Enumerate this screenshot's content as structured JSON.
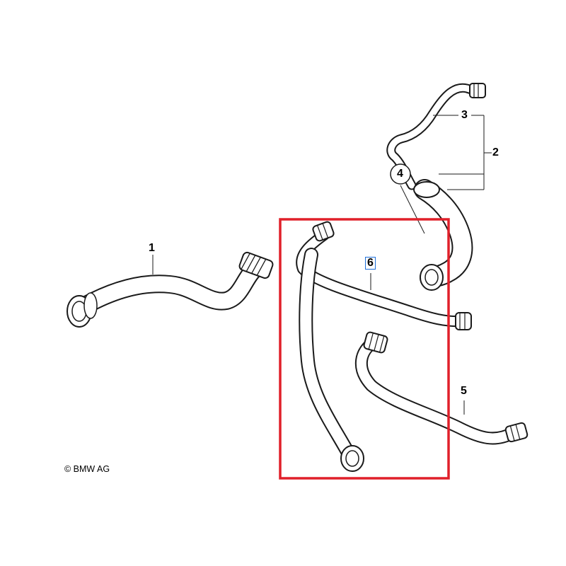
{
  "labels": {
    "part1": "1",
    "part2": "2",
    "part3": "3",
    "part4": "4",
    "part5": "5",
    "part6": "6"
  },
  "copyright": "© BMW AG",
  "colors": {
    "highlight_box": "#e0202a",
    "label6_border": "#1e6fd9",
    "line": "#1a1a1a",
    "hose_fill": "#ffffff"
  }
}
